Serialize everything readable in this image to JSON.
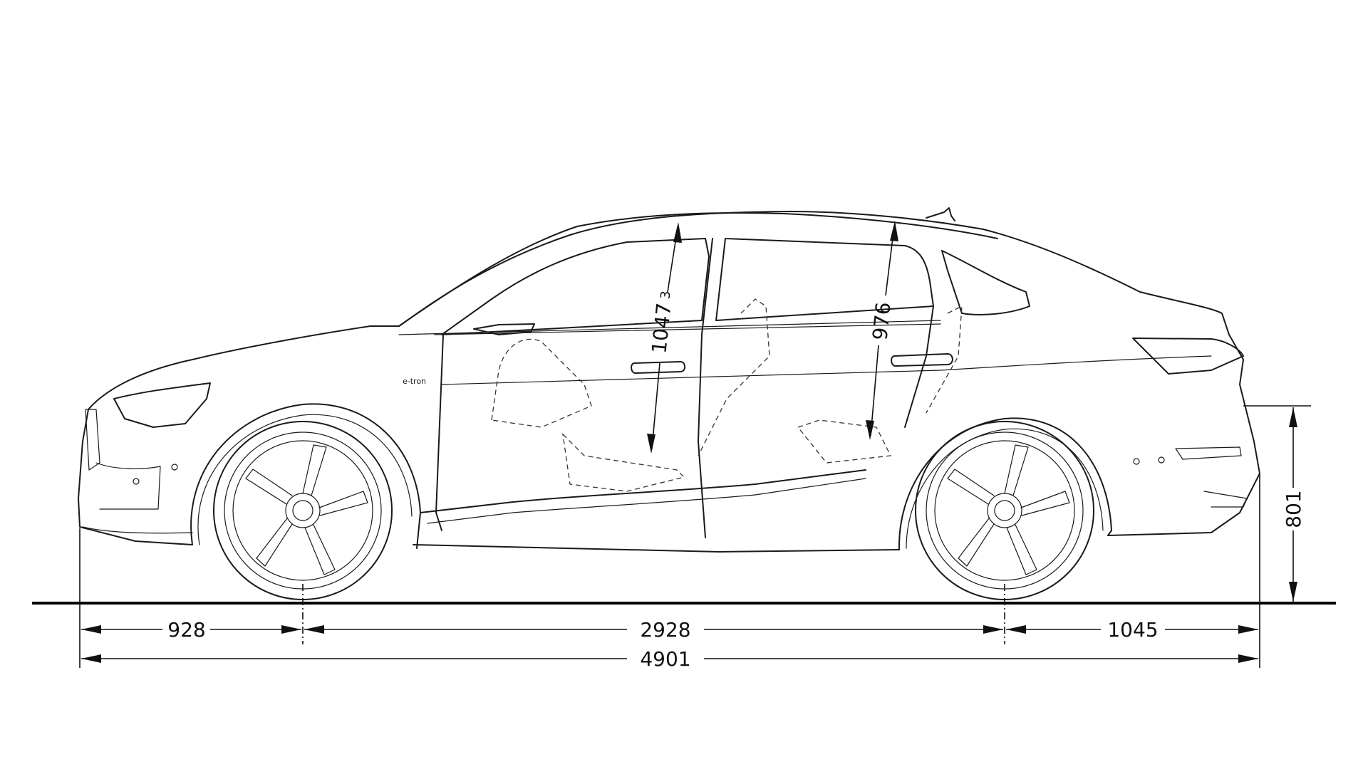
{
  "dimensions": {
    "front_overhang": "928",
    "wheelbase": "2928",
    "rear_overhang": "1045",
    "overall_length": "4901",
    "rear_overhang_height": "801",
    "front_headroom": "1047",
    "front_headroom_footnote": "3",
    "rear_headroom": "976"
  },
  "badge": {
    "text": "e-tron"
  },
  "colors": {
    "line": "#1a1a1a",
    "background": "#ffffff"
  }
}
